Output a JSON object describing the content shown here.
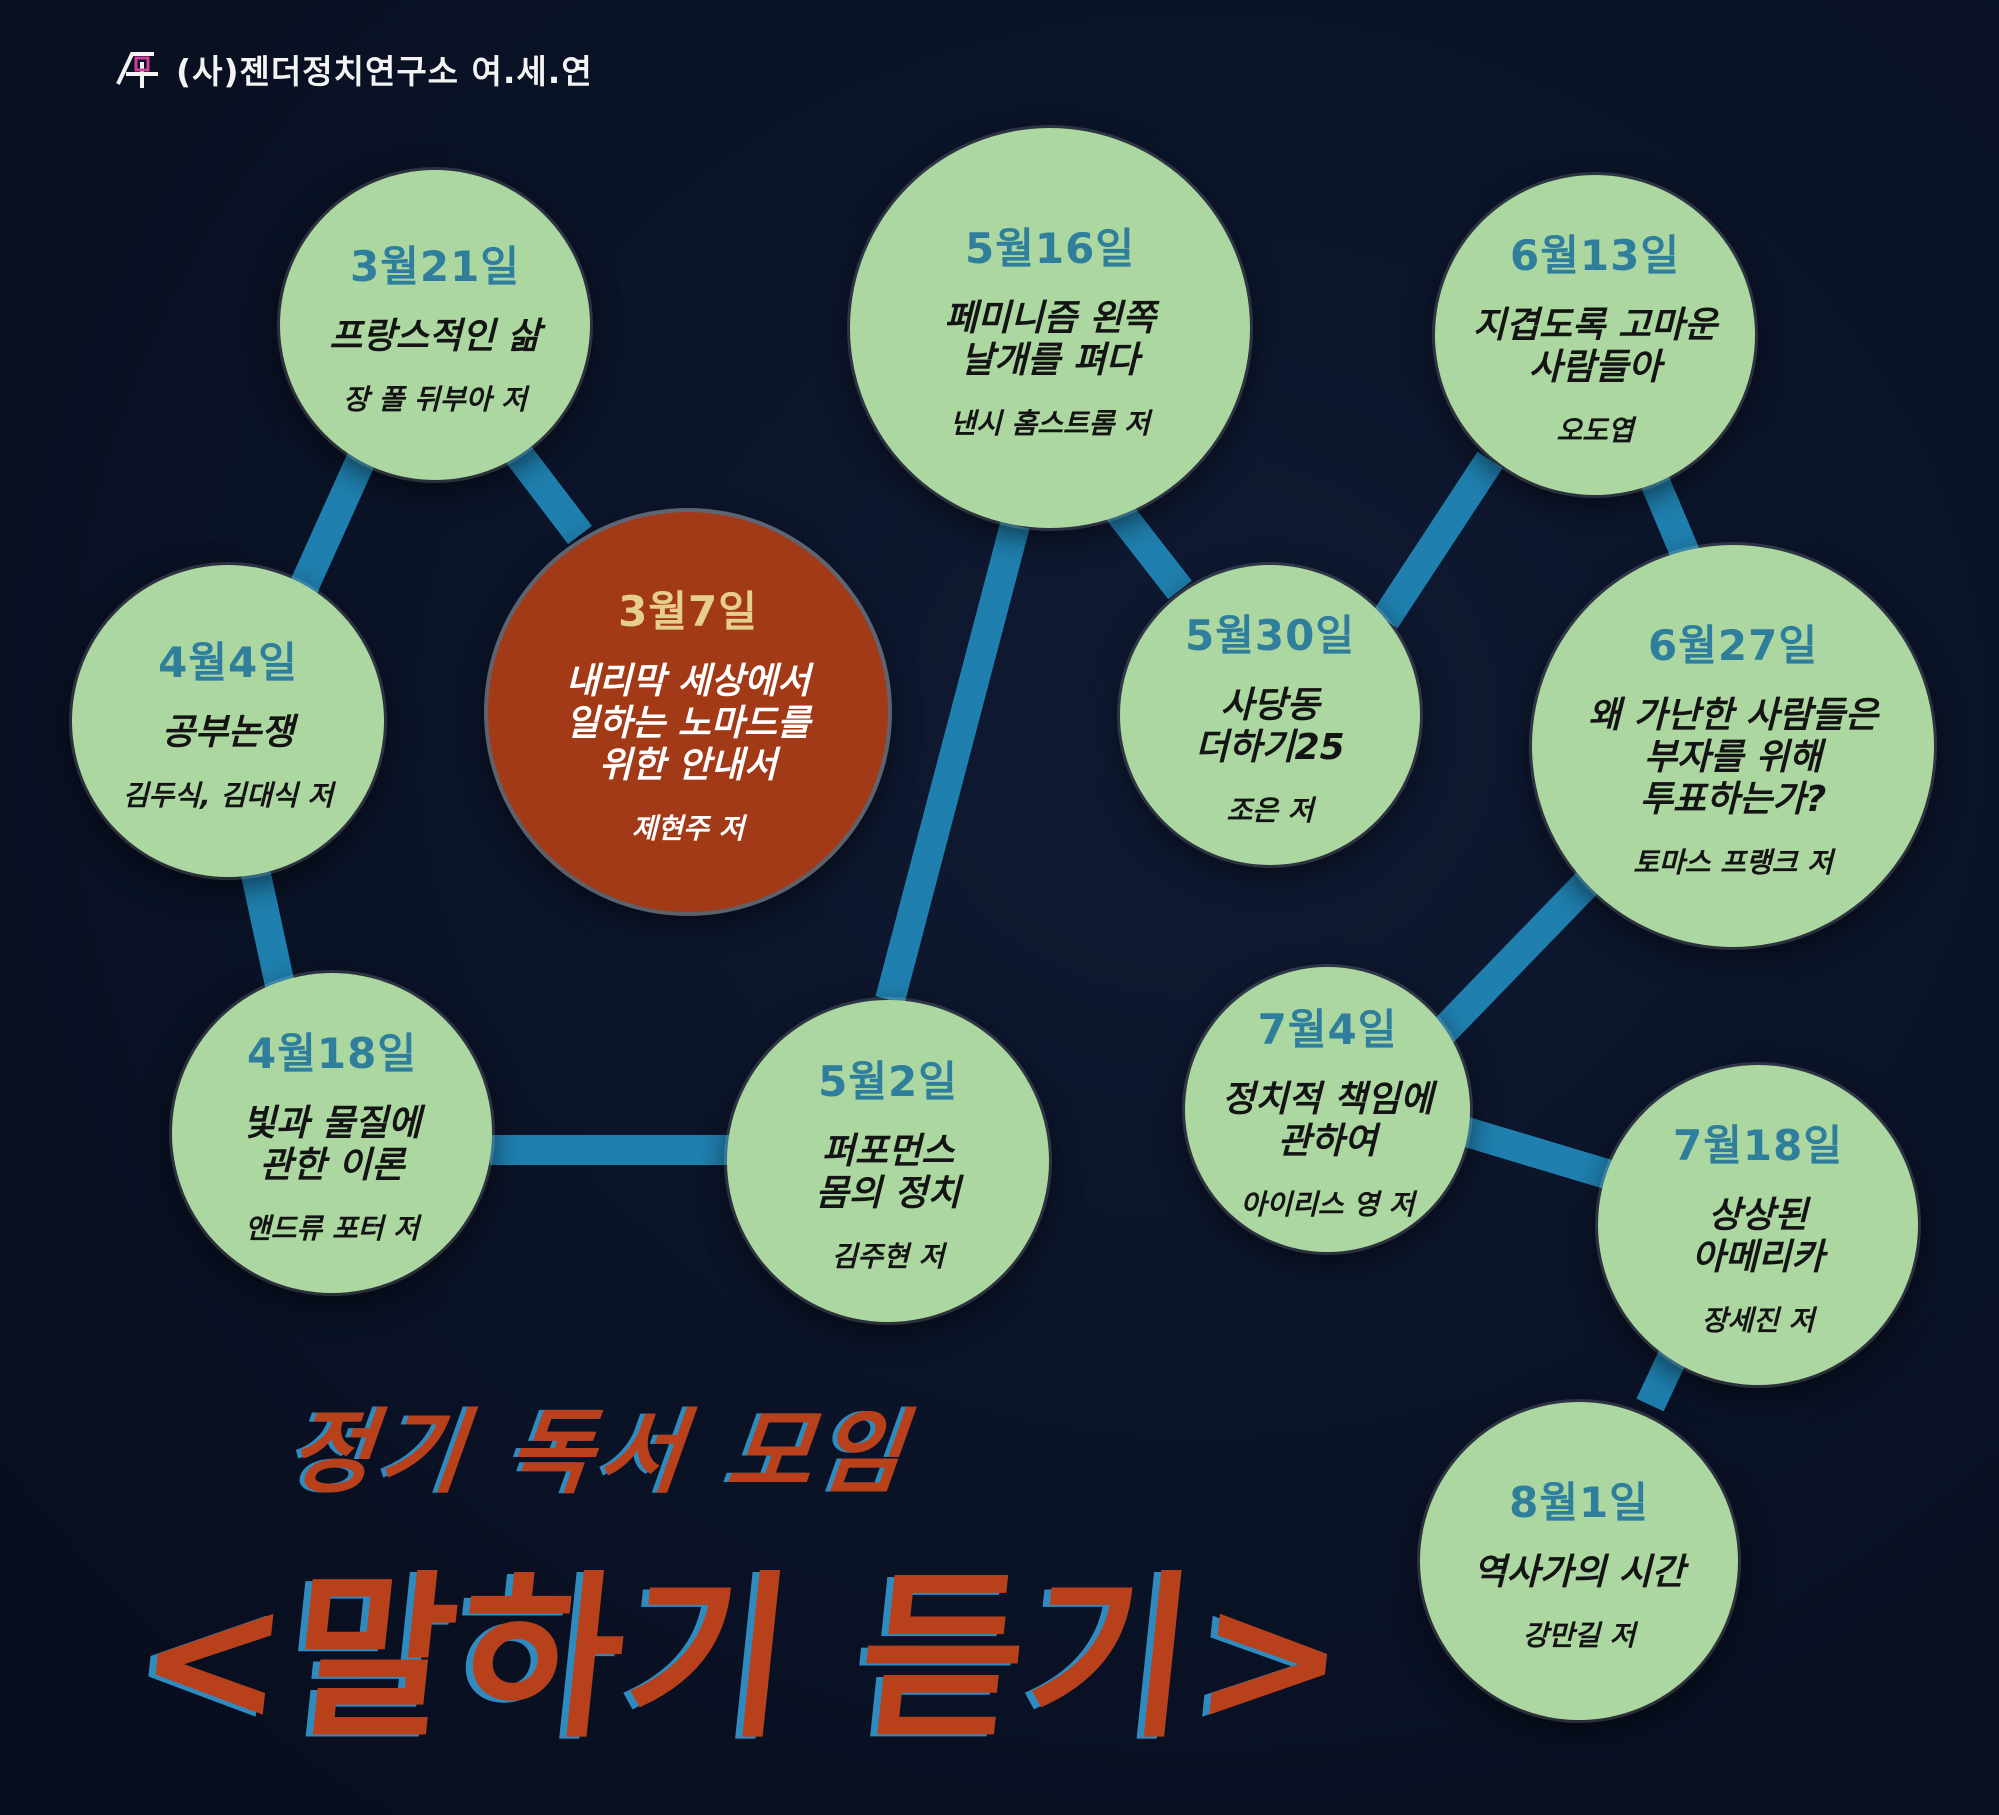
{
  "org": {
    "name": "(사)젠더정치연구소 여.세.연",
    "logo_icon": "org-logo-icon"
  },
  "title": {
    "subtitle": "정기 독서 모임",
    "main": "<말하기 듣기>"
  },
  "colors": {
    "background": "#0a1226",
    "node_fill": "#acd7a1",
    "node_highlight": "#a33a17",
    "connector": "#1f7fae",
    "date_text": "#2f7f9c",
    "title_text": "#b8401a",
    "title_shadow": "#2f8bbf"
  },
  "sessions": [
    {
      "id": "mar21",
      "date": "3월21일",
      "book": "프랑스적인 삶",
      "author": "장 폴 뒤부아 저",
      "highlight": false
    },
    {
      "id": "mar7",
      "date": "3월7일",
      "book": "내리막 세상에서\n일하는 노마드를\n위한 안내서",
      "author": "제현주 저",
      "highlight": true
    },
    {
      "id": "apr4",
      "date": "4월4일",
      "book": "공부논쟁",
      "author": "김두식, 김대식 저",
      "highlight": false
    },
    {
      "id": "apr18",
      "date": "4월18일",
      "book": "빛과 물질에\n관한 이론",
      "author": "앤드류 포터 저",
      "highlight": false
    },
    {
      "id": "may2",
      "date": "5월2일",
      "book": "퍼포먼스\n몸의 정치",
      "author": "김주현 저",
      "highlight": false
    },
    {
      "id": "may16",
      "date": "5월16일",
      "book": "페미니즘 왼쪽\n날개를 펴다",
      "author": "낸시 홈스트롬 저",
      "highlight": false
    },
    {
      "id": "may30",
      "date": "5월30일",
      "book": "사당동\n더하기25",
      "author": "조은 저",
      "highlight": false
    },
    {
      "id": "jun13",
      "date": "6월13일",
      "book": "지겹도록 고마운\n사람들아",
      "author": "오도엽",
      "highlight": false
    },
    {
      "id": "jun27",
      "date": "6월27일",
      "book": "왜 가난한 사람들은\n부자를 위해\n투표하는가?",
      "author": "토마스 프랭크 저",
      "highlight": false
    },
    {
      "id": "jul4",
      "date": "7월4일",
      "book": "정치적 책임에\n관하여",
      "author": "아이리스 영 저",
      "highlight": false
    },
    {
      "id": "jul18",
      "date": "7월18일",
      "book": "상상된\n아메리카",
      "author": "장세진 저",
      "highlight": false
    },
    {
      "id": "aug1",
      "date": "8월1일",
      "book": "역사가의 시간",
      "author": "강만길 저",
      "highlight": false
    }
  ]
}
